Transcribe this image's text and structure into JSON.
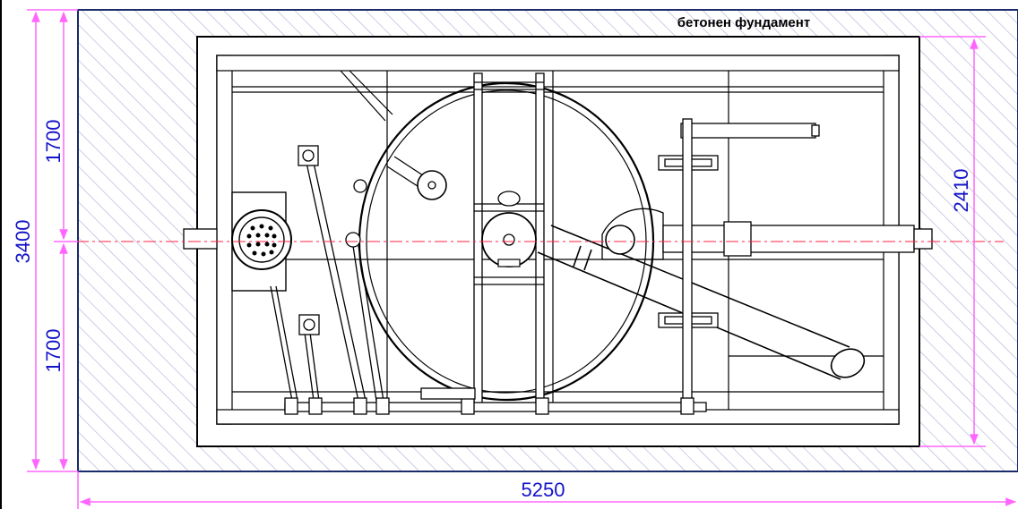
{
  "labels": {
    "foundation": "бетонен фундамент"
  },
  "dimensions": {
    "total_height": "3400",
    "upper_half": "1700",
    "lower_half": "1700",
    "inner_height": "2410",
    "total_width": "5250"
  },
  "colors": {
    "dimension": "#ff66ff",
    "dimension_text": "#1414c8",
    "hatch": "#9aa3c8",
    "frame_border": "#1a2a6a",
    "centerline": "#ff2244",
    "line": "#000000"
  }
}
